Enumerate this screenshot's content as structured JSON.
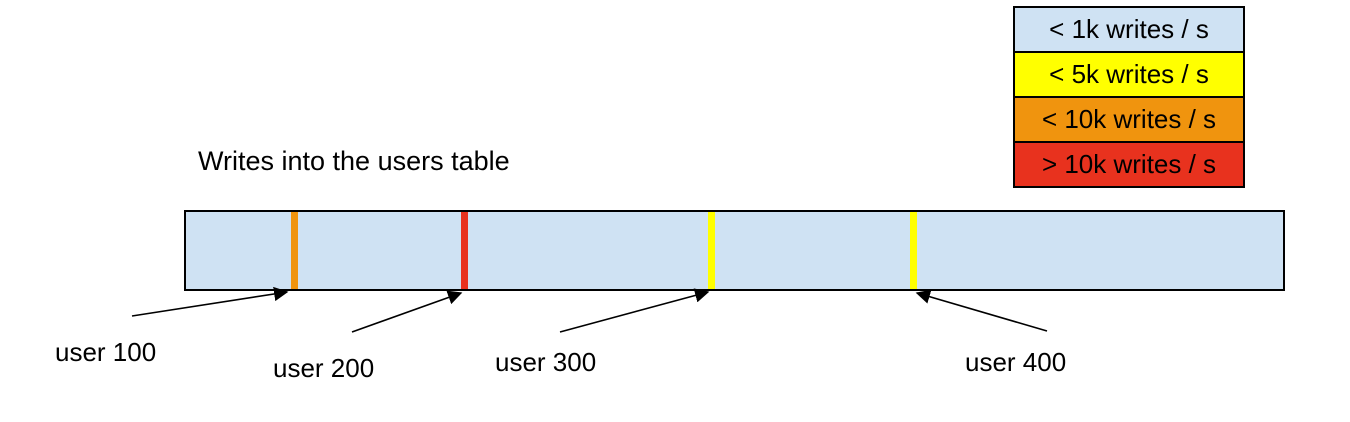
{
  "title": "Writes into the users table",
  "legend": {
    "items": [
      {
        "label": "< 1k writes / s",
        "color": "#cfe2f3"
      },
      {
        "label": "< 5k writes / s",
        "color": "#ffff00"
      },
      {
        "label": "< 10k writes / s",
        "color": "#f0940e"
      },
      {
        "label": "> 10k writes / s",
        "color": "#e8321e"
      }
    ]
  },
  "bar": {
    "fill": "#cfe2f3",
    "markers": [
      {
        "user": "user 100",
        "rate_band": "< 10k writes / s",
        "color": "#f0940e",
        "position_frac": 0.098
      },
      {
        "user": "user 200",
        "rate_band": "> 10k writes / s",
        "color": "#e8321e",
        "position_frac": 0.253
      },
      {
        "user": "user 300",
        "rate_band": "< 5k writes / s",
        "color": "#ffff00",
        "position_frac": 0.479
      },
      {
        "user": "user 400",
        "rate_band": "< 5k writes / s",
        "color": "#ffff00",
        "position_frac": 0.663
      }
    ]
  }
}
